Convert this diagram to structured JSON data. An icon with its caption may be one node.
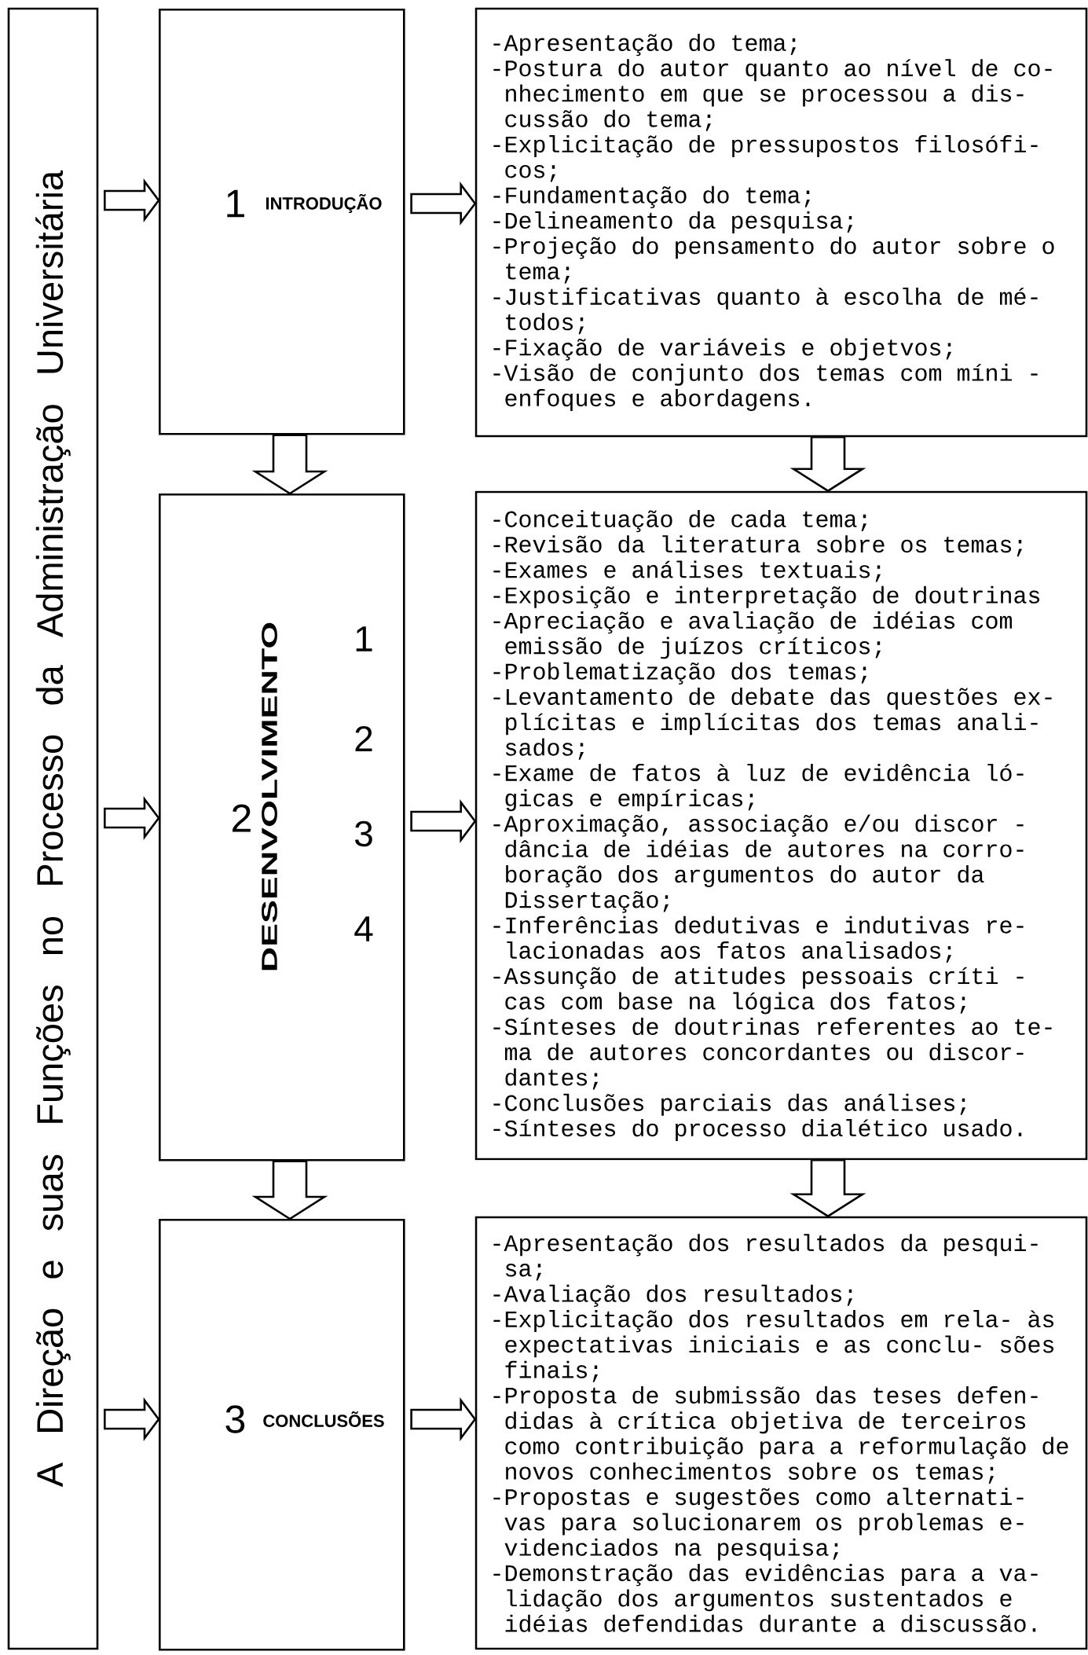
{
  "diagram": {
    "nodes": [
      {
        "text": [
          "A Direção e suas Funções no Processo da Administração Universitária"
        ]
      },
      {
        "text": [
          "1",
          "INTRODUÇÃO"
        ]
      },
      {
        "text": [
          "2",
          "DESENVOLVIMENTO",
          "1",
          "2",
          "3",
          "4"
        ]
      },
      {
        "text": [
          "3",
          "CONCLUSÕES"
        ]
      },
      {
        "text": [
          "-Apresentação do tema;",
          "-Postura do autor quanto ao nível de co- nhecimento em que se processou a dis- cussão do tema;",
          "-Explicitação de pressupostos filosófi- cos;",
          "-Fundamentação do tema;",
          "-Delineamento da pesquisa;",
          "-Projeção do pensamento do autor sobre o tema;",
          "-Justificativas quanto à escolha de mé- todos;",
          "-Fixação de variáveis e objetvos;",
          "-Visão de conjunto dos temas com míni - enfoques e abordagens."
        ]
      },
      {
        "text": [
          "-Conceituação de cada tema;",
          "-Revisão da literatura sobre os temas;",
          "-Exames e análises textuais;",
          "-Exposição e interpretação de doutrinas",
          "-Apreciação e avaliação de idéias com emissão de juízos críticos;",
          "-Problematização dos temas;",
          "-Levantamento de debate das questões ex- plícitas e implícitas dos temas anali- sados;",
          "-Exame de fatos à luz de evidência ló- gicas e empíricas;",
          "-Aproximação, associação e/ou discor - dância de idéias de autores na corro- boração dos argumentos do autor da Dissertação;",
          "-Inferências dedutivas e indutivas re- lacionadas aos fatos analisados;",
          "-Assunção de atitudes pessoais críti - cas com base na lógica dos fatos;",
          "-Sínteses de doutrinas referentes ao te- ma de autores concordantes ou discor- dantes;",
          "-Conclusões parciais das análises;",
          "-Sínteses do processo dialético usado."
        ]
      },
      {
        "text": [
          "-Apresentação dos resultados da pesqui- sa;",
          "-Avaliação dos resultados;",
          "-Explicitação dos resultados em rela- às expectativas iniciais e as conclu- sões finais;",
          "-Proposta de submissão das teses defen- didas à crítica objetiva de terceiros como contribuição para a reformulação de novos conhecimentos sobre os temas;",
          "-Propostas e sugestões como alternati- vas para solucionarem os problemas e- videnciados na pesquisa;",
          "-Demonstração das evidências para a va- lidação dos argumentos sustentados e idéias defendidas durante a discussão."
        ]
      }
    ],
    "edges": [
      {
        "from": 0,
        "to": 1,
        "arrow": "to"
      },
      {
        "from": 1,
        "to": 4,
        "arrow": "to"
      },
      {
        "from": 1,
        "to": 2,
        "arrow": "to"
      },
      {
        "from": 4,
        "to": 5,
        "arrow": "to"
      },
      {
        "from": 0,
        "to": 2,
        "arrow": "to"
      },
      {
        "from": 2,
        "to": 5,
        "arrow": "to"
      },
      {
        "from": 2,
        "to": 3,
        "arrow": "to"
      },
      {
        "from": 5,
        "to": 6,
        "arrow": "to"
      },
      {
        "from": 0,
        "to": 3,
        "arrow": "to"
      },
      {
        "from": 3,
        "to": 6,
        "arrow": "to"
      }
    ]
  }
}
